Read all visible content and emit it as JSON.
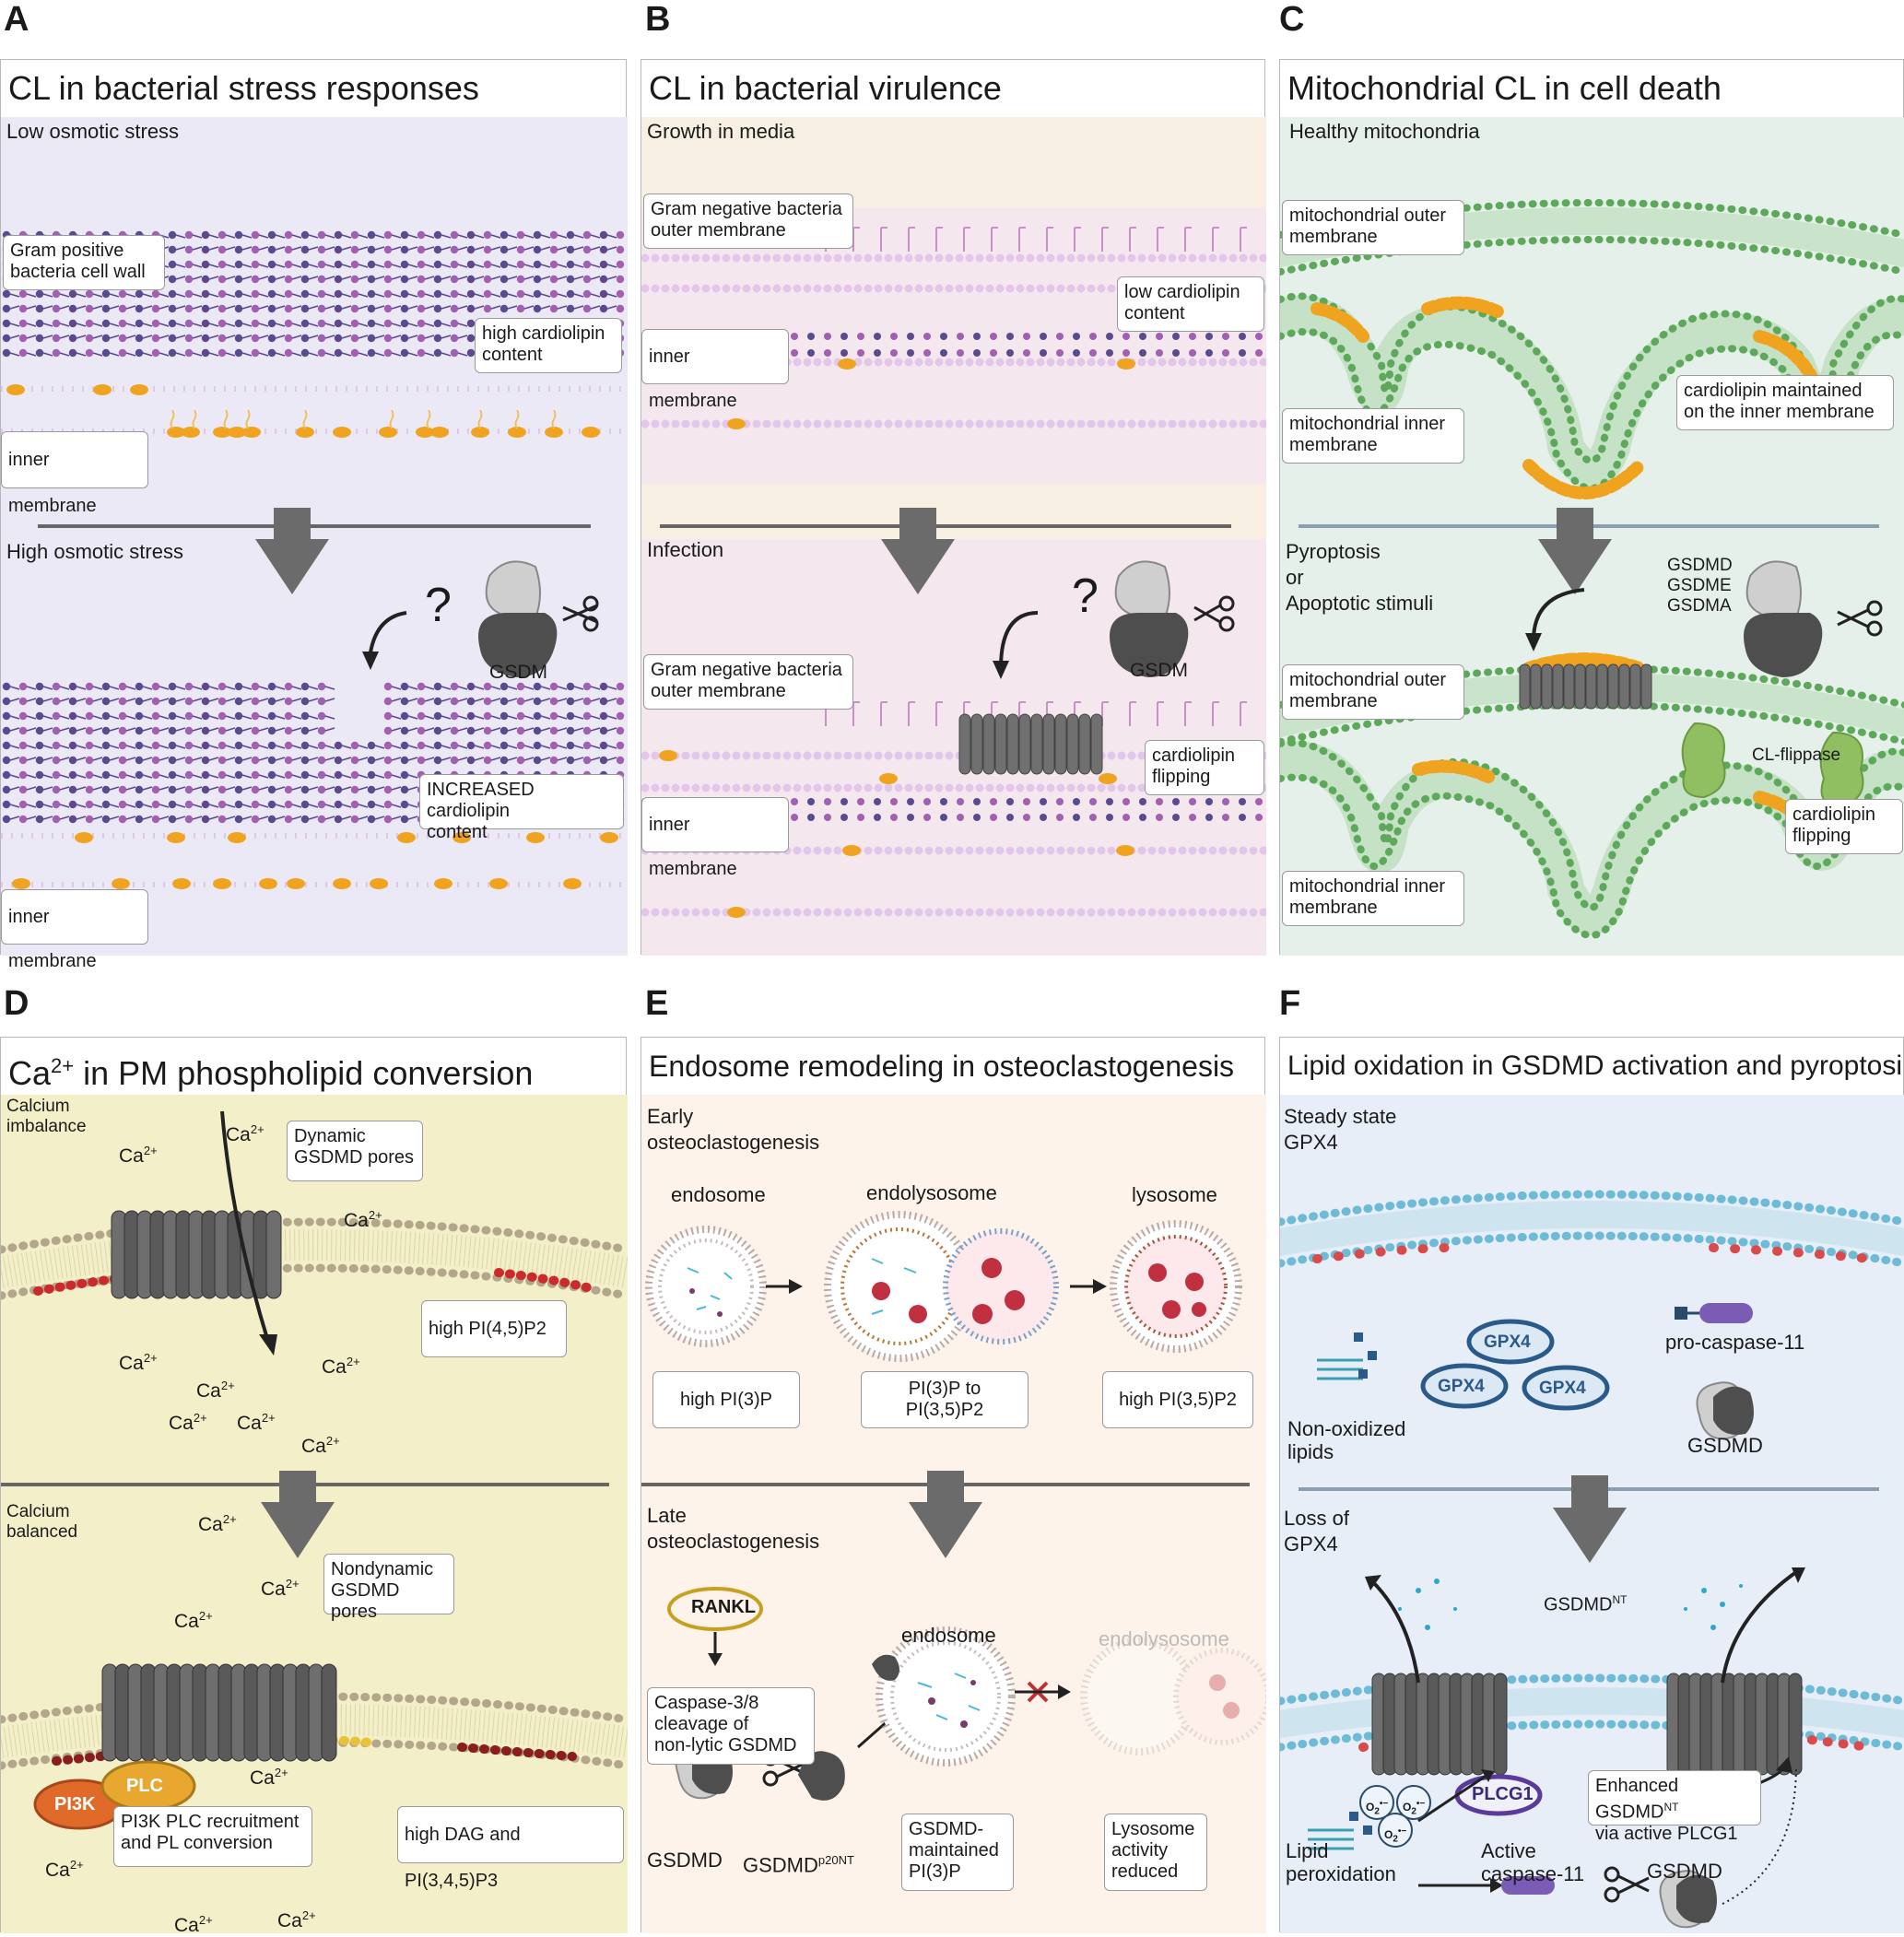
{
  "letters": {
    "a": "A",
    "b": "B",
    "c": "C",
    "d": "D",
    "e": "E",
    "f": "F"
  },
  "panel_a": {
    "title": "CL in bacterial stress responses",
    "stage1": "Low osmotic stress",
    "stage2": "High osmotic stress",
    "box_cell_wall": "Gram positive\nbacteria cell wall",
    "box_high_cl": "high cardiolipin\ncontent",
    "box_inner1": "inner membrane",
    "box_increased_cl": "INCREASED cardiolipin\ncontent",
    "box_inner2": "inner membrane",
    "question": "?",
    "gsdm": "GSDM"
  },
  "panel_b": {
    "title": "CL in bacterial virulence",
    "stage1": "Growth in media",
    "stage2": "Infection",
    "box_outer1": "Gram negative bacteria\nouter membrane",
    "box_low_cl": "low cardiolipin\ncontent",
    "box_inner1": "inner membrane",
    "box_outer2": "Gram negative bacteria\nouter membrane",
    "box_flip": "cardiolipin\nflipping",
    "box_inner2": "inner membrane",
    "question": "?",
    "gsdm": "GSDM"
  },
  "panel_c": {
    "title": "Mitochondrial CL in cell death",
    "stage1": "Healthy mitochondria",
    "stage2": "Pyroptosis\nor\nApoptotic stimuli",
    "box_outer1": "mitochondrial outer\nmembrane",
    "box_inner1": "mitochondrial inner\nmembrane",
    "box_maintained": "cardiolipin maintained\non the inner membrane",
    "gsdm_list": "GSDMD\nGSDME\nGSDMA",
    "box_outer2": "mitochondrial outer\nmembrane",
    "flippase": "CL-flippase",
    "box_flip": "cardiolipin\nflipping",
    "box_inner2": "mitochondrial inner\nmembrane"
  },
  "panel_d": {
    "title_main": "Ca",
    "title_sup": "2+",
    "title_rest": " in PM phospholipid conversion",
    "stage1": "Calcium\nimbalance",
    "stage2": "Calcium\nbalanced",
    "box_dynamic": "Dynamic\nGSDMD pores",
    "box_pip2": "high PI(4,5)P2",
    "box_nondynamic": "Nondynamic\nGSDMD pores",
    "box_recruit": "PI3K PLC recruitment\nand PL conversion",
    "box_dag": "high DAG and  PI(3,4,5)P3",
    "ca": "Ca",
    "ca_sup": "2+",
    "pi3k": "PI3K",
    "plc": "PLC"
  },
  "panel_e": {
    "title": "Endosome remodeling in osteoclastogenesis",
    "stage1": "Early\nosteoclastogenesis",
    "stage2": "Late\nosteoclastogenesis",
    "endosome": "endosome",
    "endolysosome": "endolysosome",
    "lysosome": "lysosome",
    "box_pi3p": "high PI(3)P",
    "box_convert": "PI(3)P to PI(3,5)P2",
    "box_pi35": "high PI(3,5)P2",
    "rankl": "RANKL",
    "box_caspase": "Caspase-3/8\ncleavage of\nnon-lytic GSDMD",
    "endosome2": "endosome",
    "endolysosome2": "endolysosome",
    "gsdmd": "GSDMD",
    "gsdmd_p20": "GSDMD",
    "gsdmd_p20_sup": "p20NT",
    "box_maintained": "GSDMD-\nmaintained\nPI(3)P",
    "box_lyso": "Lysosome\nactivity\nreduced"
  },
  "panel_f": {
    "title": "Lipid oxidation in GSDMD activation and pyroptosis",
    "stage1": "Steady state\nGPX4",
    "stage2": "Loss of\nGPX4",
    "gpx4": "GPX4",
    "procasp": "pro-caspase-11",
    "gsdmd": "GSDMD",
    "nonox": "Non-oxidized\nlipids",
    "gsdmd_nt": "GSDMD",
    "gsdmd_nt_sup": "NT",
    "plcg1": "PLCG1",
    "box_enhanced": "Enhanced GSDMD",
    "box_enhanced_sup": "NT",
    "box_enhanced2": "via active PLCG1",
    "lipid_perox": "Lipid\nperoxidation",
    "active_casp": "Active\ncaspase-11",
    "gsdmd2": "GSDMD",
    "o2": "O",
    "o2_sub": "2",
    "o2_sup": "•−"
  },
  "colors": {
    "panel_a_bg": "#ebe9f6",
    "panel_b_bg": "#f7f0e2",
    "panel_c_bg": "#e6f0ea",
    "panel_d_bg": "#f3efc9",
    "panel_e_bg": "#fdf3ea",
    "panel_f_bg": "#e7eef8",
    "cardiolipin": "#f0a31f",
    "peptidoglycan_blue": "#5b4a8f",
    "peptidoglycan_purple": "#a35fb1",
    "mito_green": "#5ea85b",
    "pm_tan": "#b4a68a",
    "pm_red": "#cc2b2b",
    "membrane_blue": "#6dbbd6",
    "gsdm_gray": "#4e4e4e",
    "arrow_gray": "#6b6b6b"
  }
}
